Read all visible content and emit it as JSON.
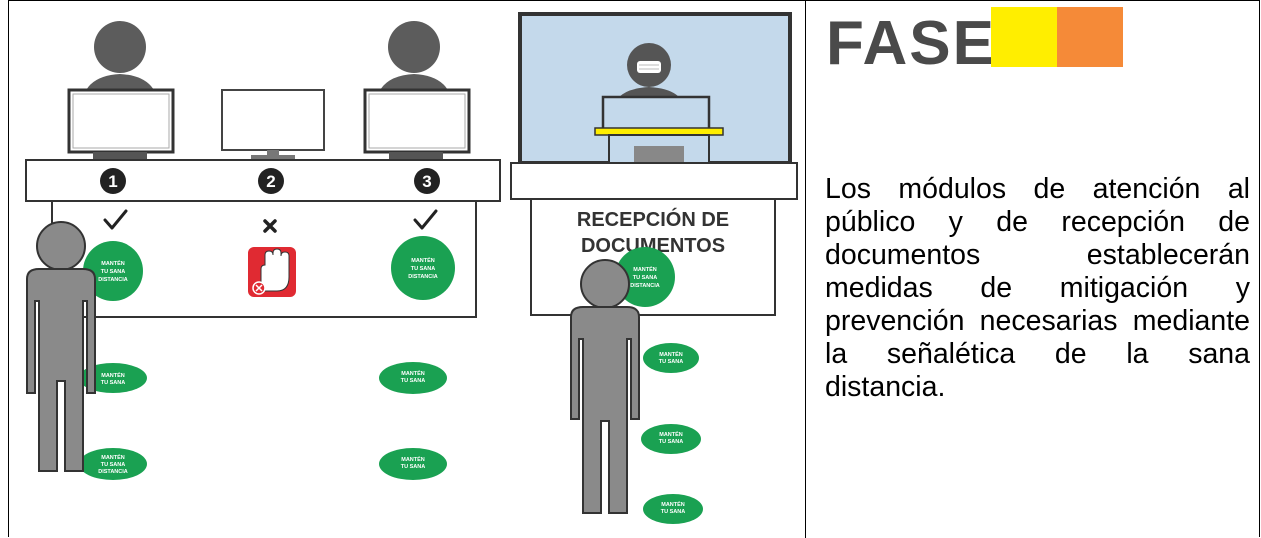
{
  "right_panel": {
    "title": "FASE",
    "phase_colors": {
      "yellow": "#ffee00",
      "orange": "#f58a38"
    },
    "body": "Los módulos de atención al público y de recepción de documentos establecerán medidas de mitigación y prevención necesarias mediante la señalética de la sana distancia."
  },
  "illustration": {
    "counter_numbers": [
      "1",
      "2",
      "3"
    ],
    "status_marks": [
      "check",
      "cross",
      "check"
    ],
    "sign_text": [
      "MANTÉN",
      "TU SANA",
      "DISTANCIA"
    ],
    "reception_sign": [
      "RECEPCIÓN DE",
      "DOCUMENTOS"
    ],
    "colors": {
      "sign_green": "#1aa152",
      "stop_red": "#e02a32",
      "glass_blue": "#c4d9eb",
      "figure_gray": "#8a8a8a"
    }
  }
}
